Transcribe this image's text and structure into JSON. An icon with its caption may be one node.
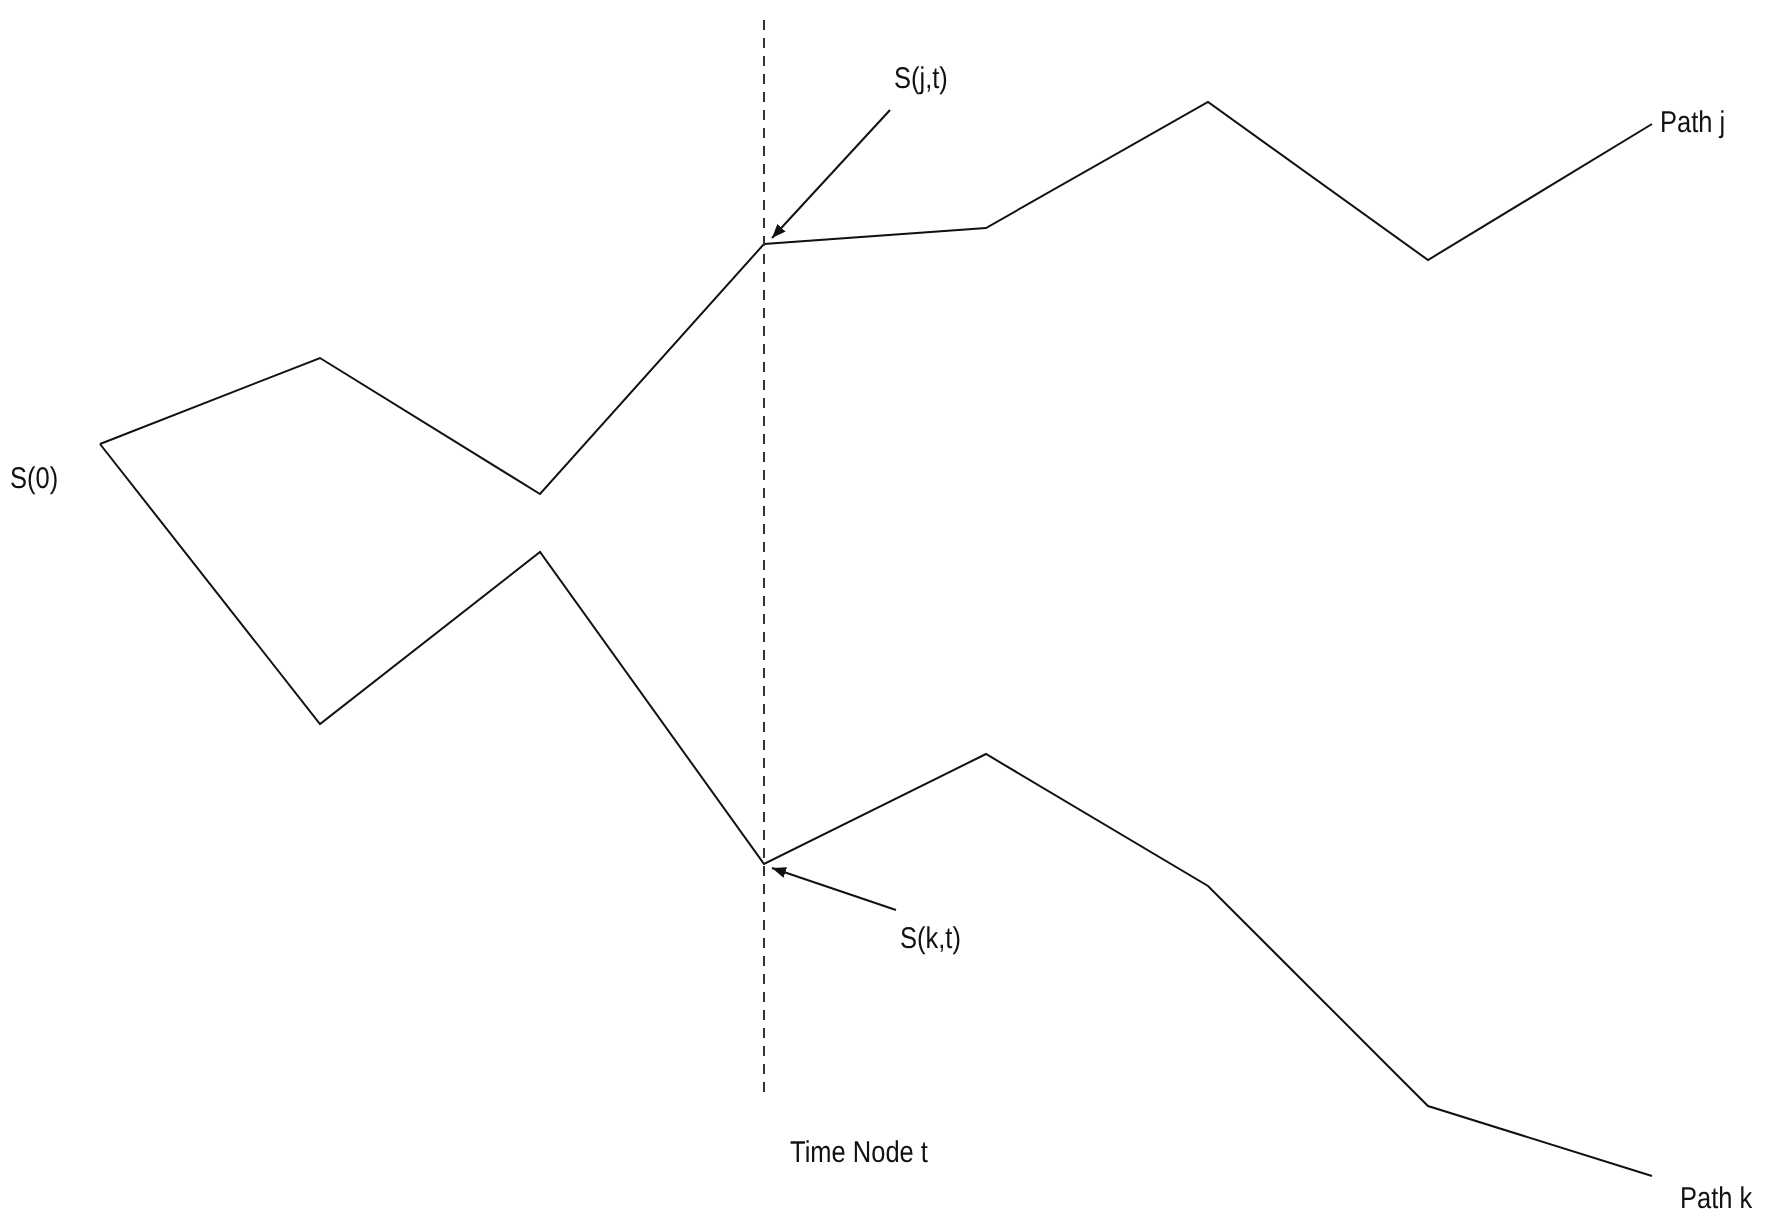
{
  "diagram": {
    "nodes": [
      {
        "text": [
          "S(j,t)"
        ]
      },
      {
        "text": [
          "S(k,t)"
        ]
      }
    ],
    "edges": [
      {
        "from": 0,
        "to": null,
        "arrow": "to"
      },
      {
        "from": 1,
        "to": null,
        "arrow": "to"
      }
    ],
    "labels": [
      "S(0)",
      "Path j",
      "Path k",
      "Time Node t"
    ]
  }
}
